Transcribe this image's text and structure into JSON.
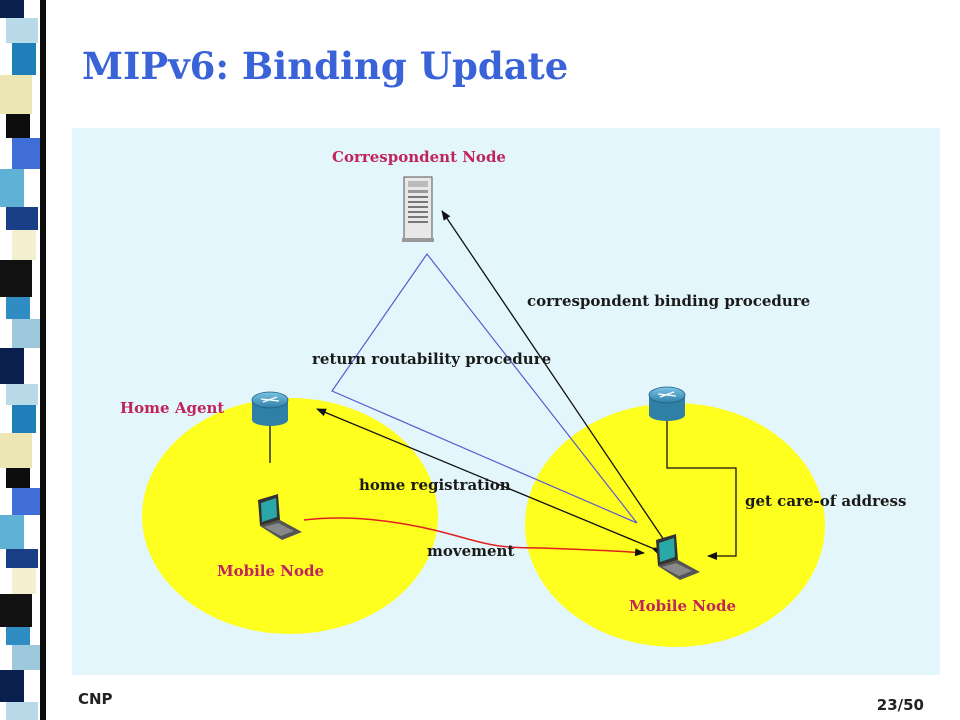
{
  "slide": {
    "title": "MIPv6: Binding Update",
    "footer_left": "CNP",
    "page_number": "23/50"
  },
  "diagram": {
    "nodes": {
      "correspondent_node": "Correspondent Node",
      "home_agent": "Home Agent",
      "mobile_node_home": "Mobile Node",
      "mobile_node_foreign": "Mobile Node"
    },
    "labels": {
      "correspondent_binding": "correspondent binding procedure",
      "return_routability": "return routability procedure",
      "home_registration": "home registration",
      "get_care_of_address": "get care-of address",
      "movement": "movement"
    }
  },
  "colors": {
    "title": "#3a63d8",
    "diagram_bg": "#e3f6fb",
    "network_ellipse": "#ffff1f",
    "label_pink": "#c0245b",
    "router": "#3a8fb5",
    "return_routability_line": "#5a5ad0",
    "movement_line": "#e02020"
  }
}
